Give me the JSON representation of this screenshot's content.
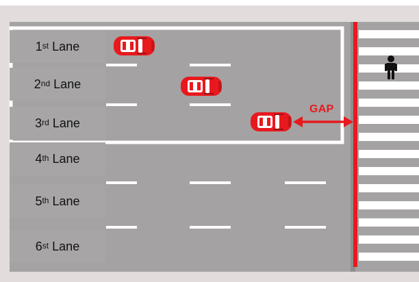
{
  "lanes": [
    {
      "number": "1",
      "suffix": "st",
      "word": "Lane"
    },
    {
      "number": "2",
      "suffix": "nd",
      "word": "Lane"
    },
    {
      "number": "3",
      "suffix": "rd",
      "word": "Lane"
    },
    {
      "number": "4",
      "suffix": "th",
      "word": "Lane"
    },
    {
      "number": "5",
      "suffix": "th",
      "word": "Lane"
    },
    {
      "number": "6",
      "suffix": "st",
      "word": "Lane"
    }
  ],
  "gap_label": "GAP",
  "icons": {
    "pedestrian": "pedestrian-icon",
    "car": "car-icon",
    "arrow": "double-headed-arrow-icon"
  },
  "colors": {
    "road": "#a4a2a2",
    "road_light": "#e2dcdc",
    "lane_label_bg": "#a7a5a5",
    "marking": "#ffffff",
    "stop_line": "#e8191e",
    "car_body": "#e8191e",
    "gap_text": "#e8191e"
  }
}
